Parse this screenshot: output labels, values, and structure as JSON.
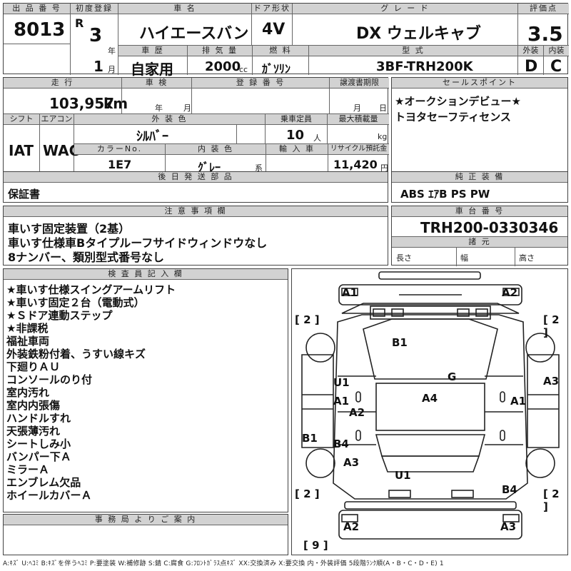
{
  "header": {
    "lot_label": "出 品 番 号",
    "lot_number": "8013",
    "first_reg_label": "初度登録",
    "era": "R",
    "year": "3",
    "year_unit": "年",
    "month": "1",
    "month_unit": "月",
    "car_name_label": "車 名",
    "car_name": "ハイエースバン",
    "door_label": "ドア形状",
    "door": "4V",
    "grade_label": "グ レ ー ド",
    "grade": "DX ウェルキャブ",
    "score_label": "評価点",
    "score": "3.5",
    "history_label": "車 歴",
    "history": "自家用",
    "displacement_label": "排 気 量",
    "displacement": "2000",
    "displacement_unit": "cc",
    "fuel_label": "燃 料",
    "fuel": "ｶﾞｿﾘﾝ",
    "model_label": "型 式",
    "model": "3BF-TRH200K",
    "exterior_label": "外装",
    "exterior_grade": "D",
    "interior_label": "内装",
    "interior_grade": "C"
  },
  "specs": {
    "mileage_label": "走 行",
    "mileage": "103,957",
    "mileage_unit": "km",
    "inspection_label": "車 検",
    "inspection_year_unit": "年",
    "inspection_month_unit": "月",
    "plate_label": "登 録 番 号",
    "transfer_label": "譲渡書期限",
    "transfer_month_unit": "月",
    "transfer_day_unit": "日",
    "shift_label": "シフト",
    "shift": "IAT",
    "ac_label": "エアコン",
    "ac": "WAC",
    "ext_color_label": "外 装 色",
    "ext_color": "ｼﾙﾊﾞｰ",
    "capacity_label": "乗車定員",
    "capacity": "10",
    "capacity_unit": "人",
    "load_label": "最大積載量",
    "load_unit": "kg",
    "color_no_label": "カラーNo.",
    "color_no": "1E7",
    "int_color_label": "内 装 色",
    "int_color": "ｸﾞﾚｰ",
    "int_color_unit": "系",
    "import_label": "輸 入 車",
    "recycle_label": "リサイクル預託金",
    "recycle": "11,420",
    "recycle_unit": "円"
  },
  "sales_points": {
    "label": "セールスポイント",
    "lines": [
      "★オークションデビュー★",
      "トヨタセーフティセンス"
    ]
  },
  "later_parts": {
    "label": "後 日 発 送 部 品",
    "value": "保証書"
  },
  "genuine_equipment": {
    "label": "純 正 装 備",
    "value": "ABS ｴｱB PS PW"
  },
  "notes": {
    "label": "注 意 事 項 欄",
    "lines": [
      "車いす固定装置（2基）",
      "車いす仕様車Bタイプルーフサイドウィンドウなし",
      "8ナンバー、類別型式番号なし"
    ]
  },
  "chassis": {
    "label": "車 台 番 号",
    "value": "TRH200-0330346",
    "dims_label": "諸 元",
    "length_label": "長さ",
    "width_label": "幅",
    "height_label": "高さ"
  },
  "inspector": {
    "label": "検 査 員 記 入 欄",
    "lines": [
      "★車いす仕様スイングアームリフト",
      "★車いす固定２台（電動式）",
      "★Ｓドア連動ステップ",
      "★非課税",
      "福祉車両",
      "外装鉄粉付着、うすい線キズ",
      "下廻りＡＵ",
      "コンソールのり付",
      "室内汚れ",
      "室内内張傷",
      "ハンドルすれ",
      "天張薄汚れ",
      "シートしみ小",
      "バンパー下Ａ",
      "ミラーＡ",
      "エンブレム欠品",
      "ホイールカバーＡ"
    ]
  },
  "office": {
    "label": "事 務 局 よ り ご 案 内"
  },
  "diagram": {
    "tire_marks": [
      "[ 2 ]",
      "[ 2 ]",
      "[ 2 ]",
      "[ 2 ]",
      "[ 9 ]"
    ],
    "conditions": [
      "A1",
      "A2",
      "B1",
      "U1",
      "A1",
      "G",
      "A3",
      "A4",
      "A1",
      "A2",
      "B1",
      "B4",
      "A3",
      "U1",
      "B4",
      "A2",
      "A3"
    ]
  },
  "legend": "A:ｷｽﾞ  U:ﾍｺﾐ  B:ｷｽﾞを伴うﾍｺﾐ  P:要塗装  W:補修跡  S:錆  C:腐食  G:ﾌﾛﾝﾄｶﾞﾗｽ点ｷｽﾞ  XX:交換済み  X:要交換   内・外装評価  5段階ﾗﾝｸ順(A・B・C・D・E) 1"
}
